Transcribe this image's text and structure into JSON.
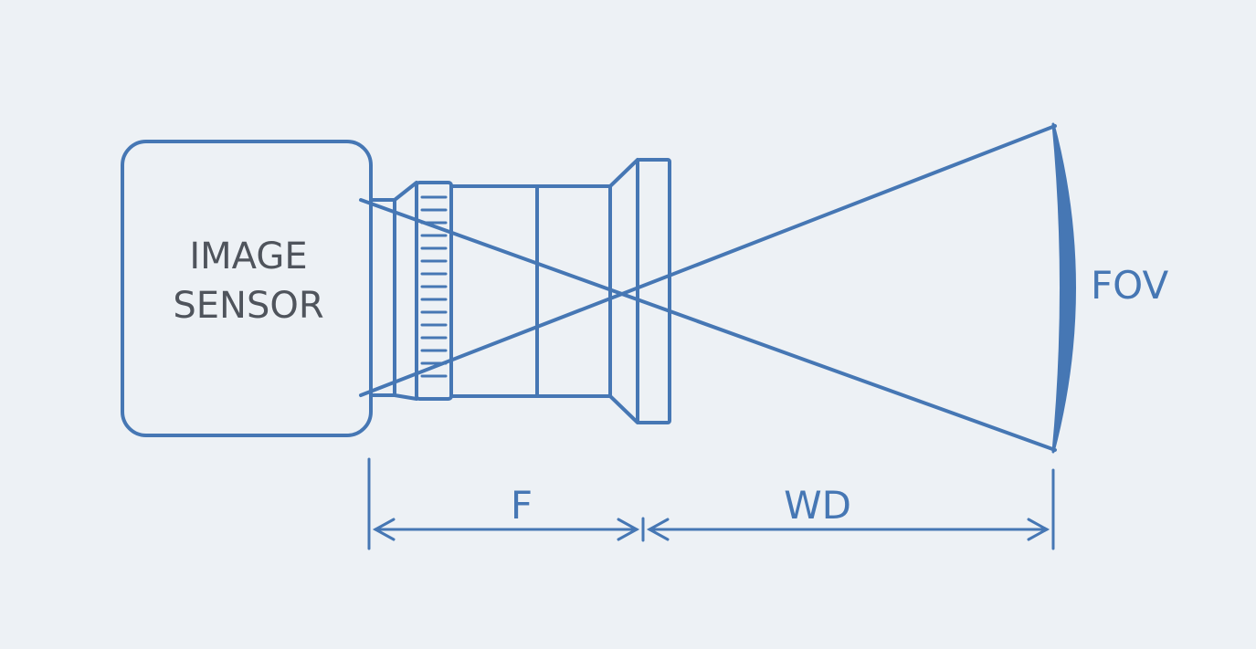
{
  "diagram": {
    "sensor_label_line1": "IMAGE",
    "sensor_label_line2": "SENSOR",
    "focal_length_label": "F",
    "working_distance_label": "WD",
    "field_of_view_label": "FOV"
  },
  "colors": {
    "line": "#4677b4",
    "sensor_text": "#4f545c",
    "background": "#edf1f5"
  }
}
